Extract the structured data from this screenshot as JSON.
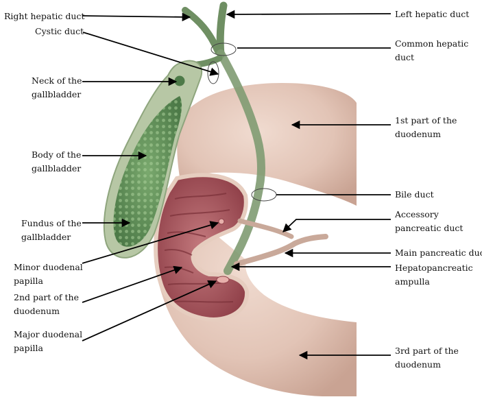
{
  "figure": {
    "labels": {
      "right_hepatic_duct": [
        "Right hepatic duct"
      ],
      "cystic_duct": [
        "Cystic duct"
      ],
      "neck_of_gallbladder": [
        "Neck of the",
        "gallbladder"
      ],
      "body_of_gallbladder": [
        "Body of the",
        "gallbladder"
      ],
      "fundus_of_gallbladder": [
        "Fundus of the",
        "gallbladder"
      ],
      "minor_duodenal_papilla": [
        "Minor duodenal",
        "papilla"
      ],
      "second_part_duodenum": [
        "2nd part of the",
        "duodenum"
      ],
      "major_duodenal_papilla": [
        "Major duodenal",
        "papilla"
      ],
      "left_hepatic_duct": [
        "Left hepatic duct"
      ],
      "common_hepatic_duct": [
        "Common hepatic",
        "duct"
      ],
      "first_part_duodenum": [
        "1st part of the",
        "duodenum"
      ],
      "bile_duct": [
        "Bile duct"
      ],
      "accessory_pancreatic_duct": [
        "Accessory",
        "pancreatic duct"
      ],
      "main_pancreatic_duct": [
        "Main pancreatic duct"
      ],
      "hepatopancreatic_ampulla": [
        "Hepatopancreatic",
        "ampulla"
      ],
      "third_part_duodenum": [
        "3rd part of the",
        "duodenum"
      ]
    },
    "colors": {
      "duodenum_outer": "#e2c4b6",
      "duodenum_shade": "#c9a393",
      "mucosa": "#b5636a",
      "mucosa_dark": "#8f3f48",
      "gallbladder_wall": "#9bb48a",
      "gallbladder_mucosa": "#5f8f58",
      "duct": "#8aa07c",
      "pancreatic_duct": "#d6b6a6",
      "arrow": "#000000"
    }
  }
}
